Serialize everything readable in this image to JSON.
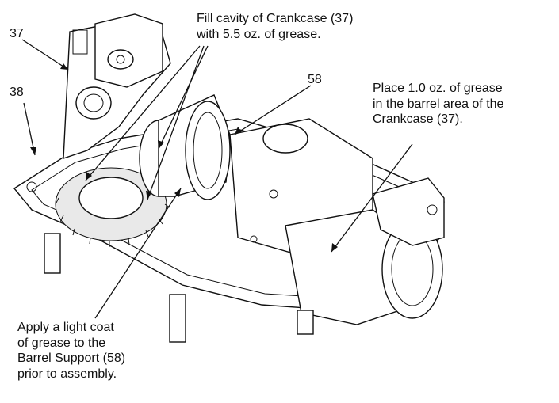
{
  "callouts": {
    "fill_cavity": [
      "Fill cavity of Crankcase (37)",
      "with 5.5 oz. of grease."
    ],
    "barrel_area": [
      "Place 1.0 oz. of grease",
      "in the barrel area of the",
      "Crankcase (37)."
    ],
    "barrel_support": [
      "Apply a light coat",
      "of  grease to the",
      "Barrel Support (58)",
      "prior to assembly."
    ]
  },
  "part_refs": {
    "crankcase": "37",
    "gasket": "38",
    "barrel_support": "58"
  }
}
